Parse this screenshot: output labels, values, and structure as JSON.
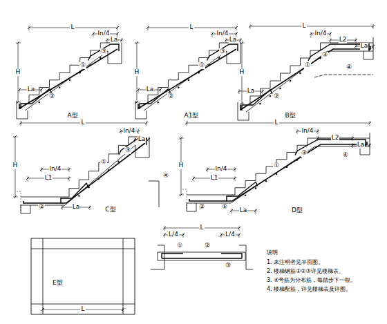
{
  "diagram": {
    "labels": [
      "L",
      "ln/4",
      "La",
      "H",
      "La",
      "①",
      "②",
      "③",
      "A型",
      "L",
      "ln/4",
      "La",
      "H",
      "La",
      "①",
      "②",
      "③",
      "A1型",
      "L",
      "ln/4",
      "L2",
      "La",
      "H",
      "La",
      "①",
      "②",
      "③",
      "④",
      "B型",
      "L",
      "ln/4",
      "La",
      "H",
      "ln/4",
      "L1",
      "La",
      "①",
      "②",
      "③",
      "④",
      "C型",
      "L",
      "ln/4",
      "L2",
      "La",
      "H",
      "ln/4",
      "L1",
      "La",
      "①",
      "②",
      "③",
      "④",
      "⑤",
      "D型",
      "E型",
      "L",
      "L",
      "L/4",
      "L/4",
      "①",
      "②",
      "③",
      "说明",
      "1. 未注明者见平面图。",
      "2. 楼梯钢筋①②③详见楼梯表。",
      "3. ④号筋为分布筋，每踏步下一根。",
      "4. 楼梯配筋，详见楼梯表及详图。"
    ]
  }
}
